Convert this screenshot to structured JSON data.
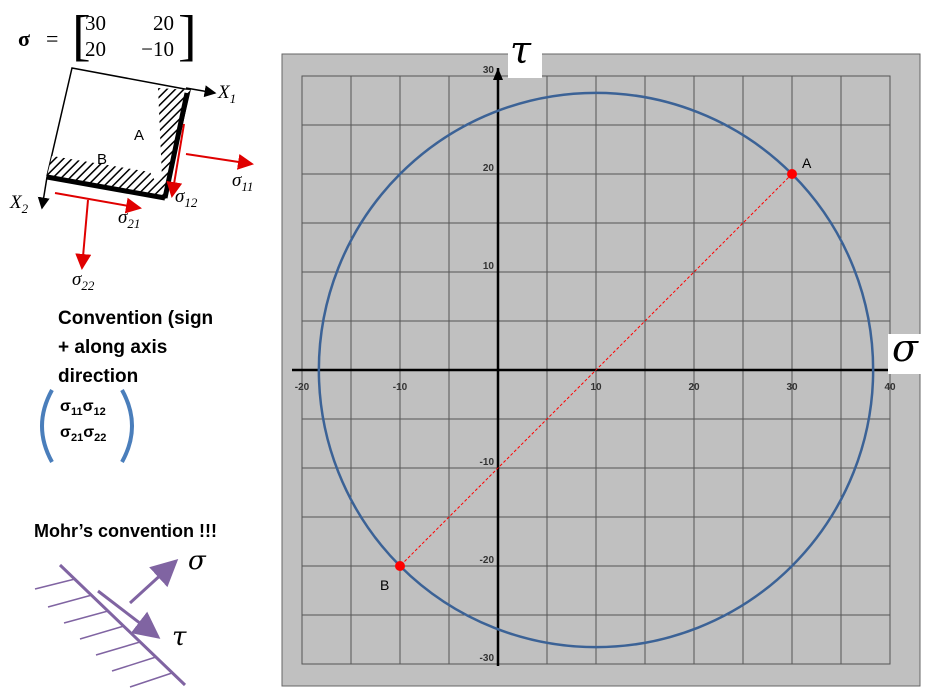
{
  "stress_matrix": {
    "symbol": "σ",
    "equals": "=",
    "rows": [
      [
        "30",
        "20"
      ],
      [
        "20",
        "−10"
      ]
    ]
  },
  "element_sketch": {
    "axis_x1": "X",
    "axis_x1_sub": "1",
    "axis_x2": "X",
    "axis_x2_sub": "2",
    "face_a": "A",
    "face_b": "B",
    "sigma_11": "σ",
    "sigma_11_sub": "11",
    "sigma_12": "σ",
    "sigma_12_sub": "12",
    "sigma_21": "σ",
    "sigma_21_sub": "21",
    "sigma_22": "σ",
    "sigma_22_sub": "22"
  },
  "convention": {
    "line1": "Convention (sign",
    "line2": "+ along axis",
    "line3": "direction",
    "row1_a": "σ",
    "row1_a_sub": "11",
    "row1_b": "σ",
    "row1_b_sub": "12",
    "row2_a": "σ",
    "row2_a_sub": "21",
    "row2_b": "σ",
    "row2_b_sub": "22"
  },
  "mohr_convention": {
    "label": "Mohr’s convention !!!",
    "sigma": "σ",
    "tau": "τ"
  },
  "chart_data": {
    "type": "scatter",
    "title": "",
    "xlabel": "σ",
    "ylabel": "τ",
    "xlim": [
      -20,
      40
    ],
    "ylim": [
      -30,
      30
    ],
    "xticks": [
      -20,
      -10,
      10,
      20,
      30,
      40
    ],
    "yticks": [
      -30,
      -20,
      -10,
      10,
      20,
      30
    ],
    "grid": true,
    "points": [
      {
        "label": "A",
        "x": 30,
        "y": 20
      },
      {
        "label": "B",
        "x": -10,
        "y": -20
      }
    ],
    "circle": {
      "center_x": 10,
      "center_y": 0,
      "radius": 28.28
    },
    "colors": {
      "circle": "#3b6296",
      "points": "#ff0000",
      "panel": "#c0c0c0",
      "grid": "#555555"
    }
  }
}
